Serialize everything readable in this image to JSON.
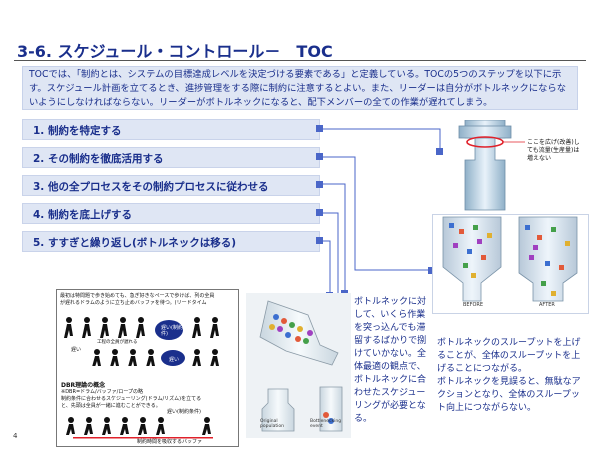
{
  "slide": {
    "title": "3-6. スケジュール・コントロール－　TOC",
    "intro": "TOCでは、「制約とは、システムの目標達成レベルを決定づける要素である」と定義している。TOCの5つのステップを以下に示す。スケジュール計画を立てるとき、進捗管理をする際に制約に注意するとよい。また、リーダーは自分がボトルネックにならないようにしなければならない。リーダーがボトルネックになると、配下メンバーの全ての作業が遅れてしまう。",
    "page_number": "4"
  },
  "steps": [
    {
      "label": "1.  制約を特定する"
    },
    {
      "label": "2.  その制約を徹底活用する"
    },
    {
      "label": "3.  他の全プロセスをその制約プロセスに従わせる"
    },
    {
      "label": "4.  制約を底上げする"
    },
    {
      "label": "5.  すすぎと繰り返し(ボトルネックは移る)"
    }
  ],
  "pipe_figure": {
    "callout": "ここを広げ(改善)しても流量(生産量)は増えない"
  },
  "funnel_figure": {
    "before_label": "BEFORE",
    "after_label": "AFTER"
  },
  "dbr_figure": {
    "header_lines": [
      "最初は特問題で歩き始めても、急ぎ好きなペースで歩けば、列の全員",
      "が遅れるドラムのように立ち止めバッファを待つ。(リードタイム"
    ],
    "bottleneck_label_top": "遅い(制約条件)",
    "slow_label": "遅い",
    "slow_right": "遅い",
    "gap_label": "工程の全員が遅れる",
    "concept_title": "DBR理論の概念",
    "concept_lines": [
      "※DBR=ドラム/バッファ/ロープの略",
      "制約条件に合わせるスケジューリング(ドラム/リズム)を立てる",
      "と、先頭は全員が一緒に進むことができる。"
    ],
    "bottleneck_label_bottom": "遅い(制約条件)",
    "bottom_caption": "制約時間を吸収するバッファ"
  },
  "bottle_figure": {
    "label_left": "Original population",
    "label_right": "Bottlenecking event"
  },
  "notes": {
    "note1": "ボトルネックに対して、いくら作業を突っ込んでも滞留するばかりで捌けていかない。全体最適の観点で、ボトルネックに合わせたスケジューリングが必要となる。",
    "note2": "ボトルネックのスループットを上げることが、全体のスループットを上げることにつながる。\nボトルネックを見誤ると、無駄なアクションとなり、全体のスループット向上につながらない。"
  },
  "colors": {
    "title": "#1a2f8c",
    "box_fill": "#dfe6f4",
    "connector": "#4060c8",
    "accent_red": "#e0202a"
  }
}
